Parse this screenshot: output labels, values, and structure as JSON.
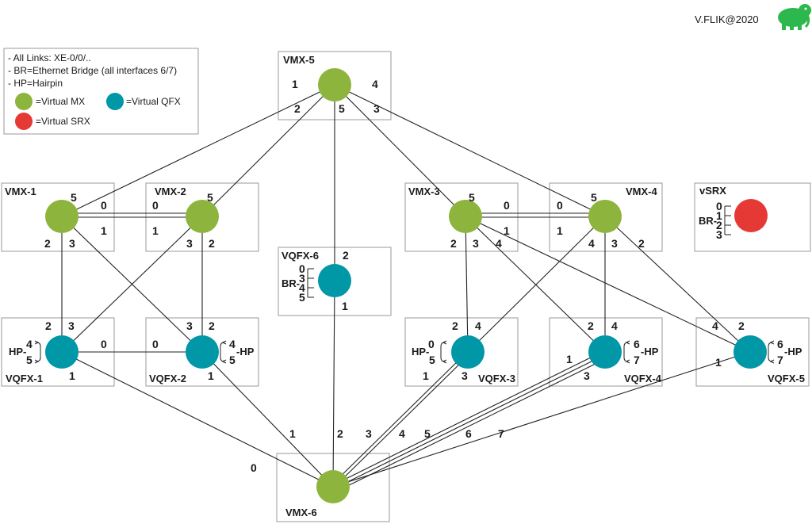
{
  "copyright": "V.FLIK@2020",
  "colors": {
    "mx": "#8db43c",
    "qfx": "#0097a7",
    "srx": "#e53935",
    "box_stroke": "#9a9a9a",
    "line": "#222222",
    "logo": "#2db84d"
  },
  "legend": {
    "lines": [
      "- All Links: XE-0/0/..",
      "- BR=Ethernet Bridge (all interfaces 6/7)",
      "- HP=Hairpin"
    ],
    "mx": "=Virtual MX",
    "qfx": "=Virtual QFX",
    "srx": "=Virtual SRX"
  },
  "nodes": {
    "vmx5": "VMX-5",
    "vmx1": "VMX-1",
    "vmx2": "VMX-2",
    "vmx3": "VMX-3",
    "vmx4": "VMX-4",
    "vsrx": "vSRX",
    "vqfx6": "VQFX-6",
    "vqfx1": "VQFX-1",
    "vqfx2": "VQFX-2",
    "vqfx3": "VQFX-3",
    "vqfx4": "VQFX-4",
    "vqfx5": "VQFX-5",
    "vmx6": "VMX-6"
  },
  "tags": {
    "br": "BR-",
    "hp_left": "HP-",
    "hp_right": "-HP"
  },
  "ports": {
    "vmx5": [
      "1",
      "4",
      "2",
      "5",
      "3"
    ],
    "vmx1": [
      "5",
      "0",
      "1",
      "2",
      "3"
    ],
    "vmx2": [
      "0",
      "5",
      "1",
      "3",
      "2"
    ],
    "vmx3": [
      "5",
      "0",
      "1",
      "2",
      "3",
      "4"
    ],
    "vmx4": [
      "0",
      "5",
      "1",
      "4",
      "3",
      "2"
    ],
    "vqfx6": [
      "2",
      "1"
    ],
    "vqfx1": [
      "2",
      "3",
      "0",
      "1"
    ],
    "vqfx2": [
      "0",
      "3",
      "2",
      "1"
    ],
    "vqfx3": [
      "2",
      "4",
      "1",
      "3"
    ],
    "vqfx4": [
      "2",
      "4",
      "1",
      "3"
    ],
    "vqfx5": [
      "4",
      "2",
      "1"
    ],
    "vmx6": [
      "0",
      "1",
      "2",
      "3",
      "4",
      "5",
      "6",
      "7"
    ]
  },
  "stacks": {
    "vsrx": [
      "0",
      "1",
      "2",
      "3"
    ],
    "vqfx6": [
      "0",
      "3",
      "4",
      "5"
    ],
    "vqfx1_hp": [
      "4",
      "5"
    ],
    "vqfx2_hp": [
      "4",
      "5"
    ],
    "vqfx3_hp": [
      "0",
      "5"
    ],
    "vqfx4_hp": [
      "6",
      "7"
    ],
    "vqfx5_hp": [
      "6",
      "7"
    ]
  }
}
